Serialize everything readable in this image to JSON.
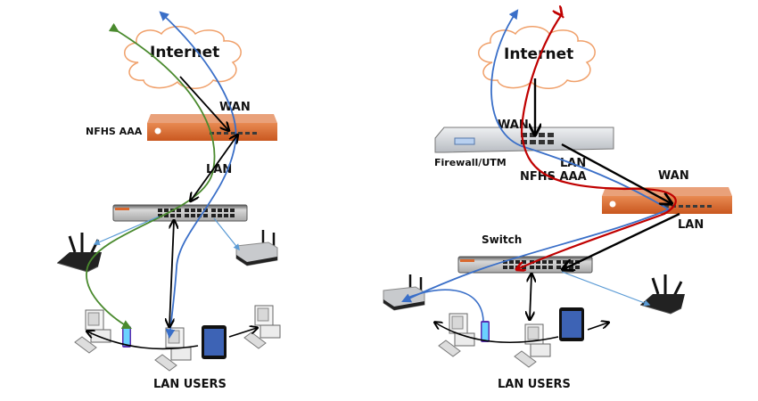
{
  "colors": {
    "cloud_stroke": "#f0a06a",
    "aaa_orange": "#d9682e",
    "blue_flow": "#3a6fc8",
    "light_blue_flow": "#5b9bd5",
    "green_flow": "#4a8a2e",
    "red_flow": "#c00000",
    "black_flow": "#000000"
  },
  "left": {
    "internet_label": "Internet",
    "wan_label": "WAN",
    "lan_label": "LAN",
    "aaa_label": "NFHS AAA",
    "users_label": "LAN USERS",
    "devices": [
      "cloud-icon",
      "aaa-appliance",
      "switch",
      "wifi-router",
      "access-point",
      "desktop-left",
      "phone",
      "desktop-center",
      "tablet",
      "desktop-right"
    ]
  },
  "right": {
    "internet_label": "Internet",
    "firewall_wan_label": "WAN",
    "firewall_label": "Firewall/UTM",
    "firewall_lan_label": "LAN",
    "aaa_label": "NFHS AAA",
    "aaa_wan_label": "WAN",
    "aaa_lan_label": "LAN",
    "switch_label": "Switch",
    "users_label": "LAN USERS",
    "devices": [
      "cloud-icon",
      "firewall",
      "aaa-appliance",
      "switch",
      "access-point",
      "wifi-router",
      "desktop-left",
      "phone",
      "desktop-center",
      "tablet"
    ]
  }
}
